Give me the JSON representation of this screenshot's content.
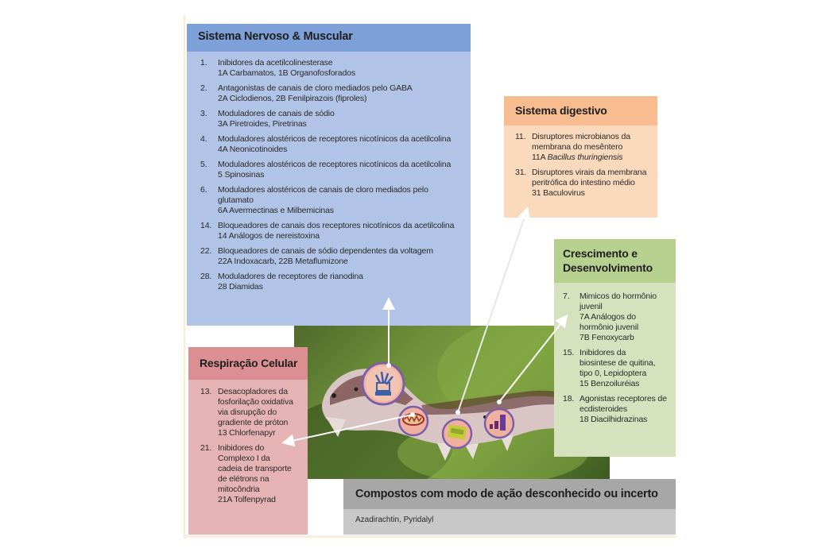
{
  "diagram": {
    "colors": {
      "nervous_header": "#7ea0d8",
      "nervous_body": "#b1c3e6",
      "digestive_header": "#f7bc8f",
      "digestive_body": "#fad9bd",
      "growth_header": "#b6d08f",
      "growth_body": "#d6e2bd",
      "respiration_header": "#dc8f93",
      "respiration_body": "#e6b3b5",
      "unknown_header": "#a7a7a7",
      "unknown_body": "#c8c8c8"
    },
    "nervous": {
      "title": "Sistema Nervoso & Muscular",
      "items": [
        {
          "num": "1.",
          "lines": [
            "Inibidores da acetilcolinesterase",
            "1A Carbamatos, 1B Organofosforados"
          ]
        },
        {
          "num": "2.",
          "lines": [
            "Antagonistas de canais de cloro mediados pelo GABA",
            "2A Ciclodienos, 2B Fenilpirazois (fiproles)"
          ]
        },
        {
          "num": "3.",
          "lines": [
            "Moduladores de canais de sódio",
            "3A Piretroides, Piretrinas"
          ]
        },
        {
          "num": "4.",
          "lines": [
            "Moduladores alostéricos de receptores nicotínicos da acetilcolina",
            "4A Neonicotinoides"
          ]
        },
        {
          "num": "5.",
          "lines": [
            "Moduladores alostéricos de receptores nicotínicos da acetilcolina",
            "5 Spinosinas"
          ]
        },
        {
          "num": "6.",
          "lines": [
            "Moduladores alostéricos de canais de cloro mediados pelo",
            "glutamato",
            "6A Avermectinas e Milbemicinas"
          ]
        },
        {
          "num": "14.",
          "lines": [
            "Bloqueadores de canais dos receptores nicotínicos  da acetilcolina",
            "14 Análogos de nereistoxina"
          ]
        },
        {
          "num": "22.",
          "lines": [
            "Bloqueadores de canais de sódio dependentes da voltagem",
            "22A Indoxacarb, 22B Metaflumizone"
          ]
        },
        {
          "num": "28.",
          "lines": [
            "Moduladores de receptores de rianodina",
            "28 Diamidas"
          ]
        }
      ]
    },
    "digestive": {
      "title": "Sistema digestivo",
      "items": [
        {
          "num": "11.",
          "lines": [
            "Disruptores microbianos da",
            "membrana do mesêntero"
          ],
          "code": "11A",
          "italic": "Bacillus thuringiensis"
        },
        {
          "num": "31.",
          "lines": [
            "Disruptores virais da membrana",
            "peritrófica do intestino médio",
            "31 Baculovirus"
          ]
        }
      ]
    },
    "growth": {
      "title_line1": "Crescimento e",
      "title_line2": "Desenvolvimento",
      "items": [
        {
          "num": "7.",
          "lines": [
            "Mimicos do hormônio",
            "juvenil",
            "7A Análogos do",
            "hormônio juvenil",
            "7B Fenoxycarb"
          ]
        },
        {
          "num": "15.",
          "lines": [
            "Inibidores da",
            "biosintese de quitina,",
            "tipo 0, Lepidoptera",
            "15 Benzoiluréias"
          ]
        },
        {
          "num": "18.",
          "lines": [
            "Agonistas receptores de",
            "ecdisteroides",
            "18 Diacilhidrazinas"
          ]
        }
      ]
    },
    "respiration": {
      "title": "Respiração Celular",
      "items": [
        {
          "num": "13.",
          "lines": [
            "Desacopladores da",
            "fosforilação oxidativa",
            "via disrupção do",
            "gradiente de próton",
            "13 Chlorfenapyr"
          ]
        },
        {
          "num": "21.",
          "lines": [
            "Inibidores do",
            "Complexo I da",
            "cadeia de transporte",
            "de elétrons na",
            "mitocôndria",
            "21A Tolfenpyrad"
          ]
        }
      ]
    },
    "unknown": {
      "title": "Compostos com modo de ação desconhecido ou incerto",
      "text": "Azadirachtin, Pyridalyl"
    },
    "photo": {
      "subject": "caterpillar on leaf",
      "markers": [
        "nerve-muscle-icon",
        "mitochondria-icon",
        "gut-icon",
        "growth-icon"
      ]
    }
  }
}
